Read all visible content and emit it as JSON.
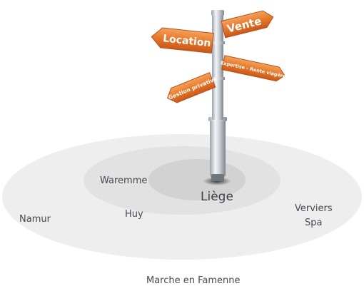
{
  "signpost": {
    "signs": [
      {
        "label": "Location",
        "direction": "left"
      },
      {
        "label": "Vente",
        "direction": "right"
      },
      {
        "label": "Expertise - Rente viagère",
        "direction": "right"
      },
      {
        "label": "Gestion privative",
        "direction": "left"
      }
    ],
    "sign_color": "#e8782a"
  },
  "cities": {
    "center": "Liège",
    "waremme": "Waremme",
    "huy": "Huy",
    "namur": "Namur",
    "verviers": "Verviers",
    "spa": "Spa",
    "marche": "Marche en Famenne"
  }
}
